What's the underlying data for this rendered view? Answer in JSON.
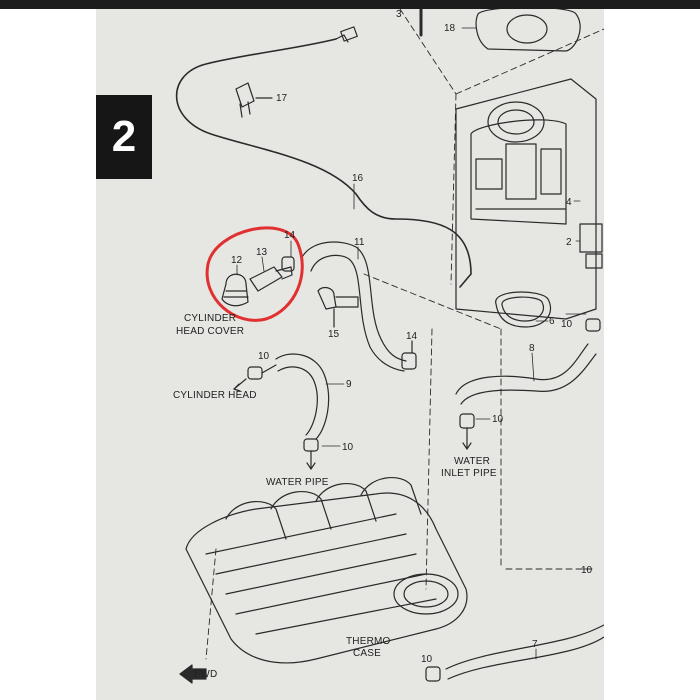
{
  "section": {
    "number": "2"
  },
  "callouts": {
    "n17": "17",
    "n18": "18",
    "n16": "16",
    "n14a": "14",
    "n14b": "14",
    "n13": "13",
    "n12": "12",
    "n11": "11",
    "n15": "15",
    "n10a": "10",
    "n10b": "10",
    "n10c": "10",
    "n10d": "10",
    "n10e": "10",
    "n10f": "10",
    "n9": "9",
    "n8": "8",
    "n7": "7",
    "n6": "6",
    "n4": "4",
    "n2": "2",
    "n3": "3"
  },
  "labels": {
    "cyl_head_cover_1": "CYLINDER",
    "cyl_head_cover_2": "HEAD COVER",
    "cylinder_head": "CYLINDER HEAD",
    "water_pipe": "WATER PIPE",
    "water_inlet_1": "WATER",
    "water_inlet_2": "INLET PIPE",
    "thermo_1": "THERMO",
    "thermo_2": "CASE",
    "fwd": "FWD"
  },
  "colors": {
    "highlight": "#e0302f",
    "ink": "#2a2a2a",
    "paper": "#e6e6e3",
    "tab": "#161616"
  }
}
